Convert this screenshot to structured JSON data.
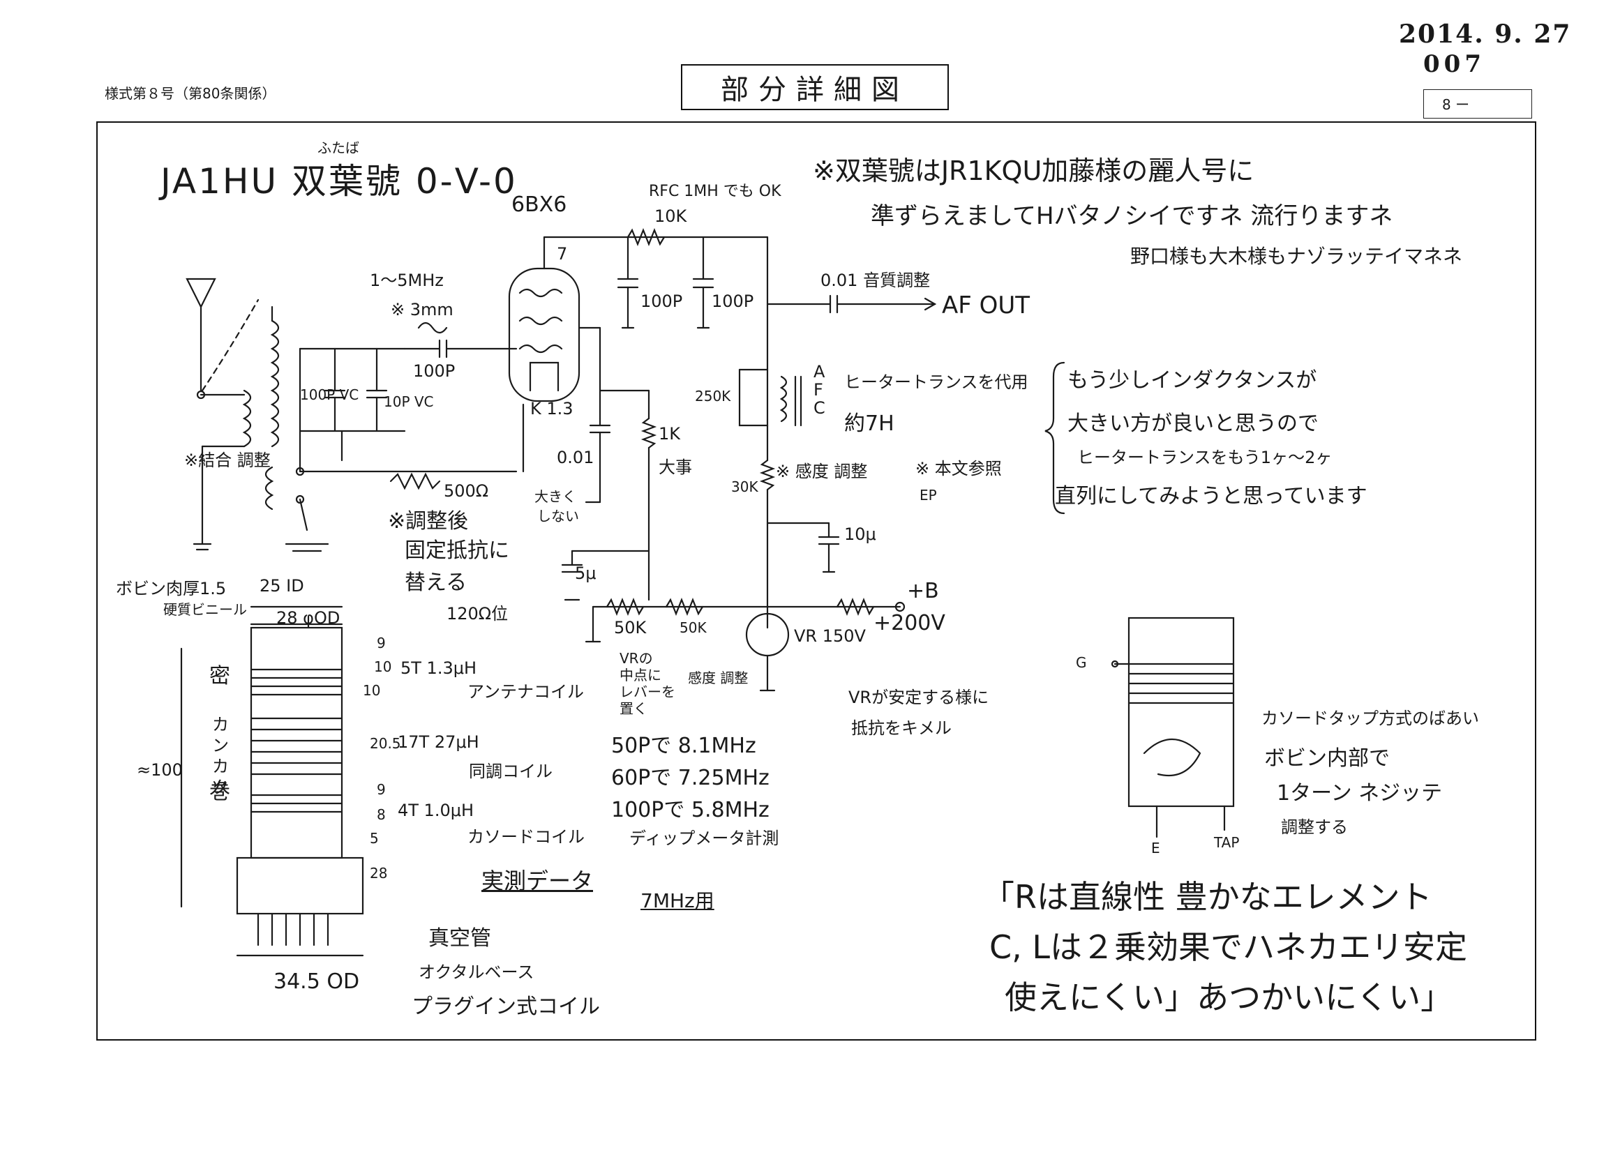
{
  "header": {
    "date": "2014. 9. 27",
    "doc_number": "007",
    "form_label": "様式第８号（第80条関係）",
    "title": "部分詳細図",
    "sheet": "8 ー"
  },
  "drawing": {
    "title": "JA1HU 双葉號 0-V-0",
    "title_ruby": "ふたば",
    "tube": "6BX6",
    "tube_pin": "7",
    "rfc": "RFC 1MH でも OK",
    "r_plate": "10K",
    "c_plate_1": "100P",
    "c_plate_2": "100P",
    "coupling_cap": "0.01 音質調整",
    "af_out": "AF OUT",
    "coil_freq": "1〜5MHz",
    "gimmick_cap": "※ 3mm",
    "grid_cap": "100P",
    "vc_main": "100P VC",
    "vc_bandspread": "10P VC",
    "cathode": "K 1.3",
    "coupling_adjust": "※結合 調整",
    "reg_500": "500Ω",
    "reg_note_1": "※調整後",
    "reg_note_2": "固定抵抗に",
    "reg_note_3": "替える",
    "reg_note_4": "120Ω位",
    "screen_cap": "0.01",
    "screen_cap_note_1": "大きく",
    "screen_cap_note_2": "しない",
    "screen_res": "1K",
    "screen_res_note": "大事",
    "afc": "A F C",
    "afc_res": "250K",
    "afc_note_1": "ヒータートランスを代用",
    "afc_note_2": "約7H",
    "brace_note_1": "もう少しインダクタンスが",
    "brace_note_2": "大きい方が良いと思うので",
    "brace_note_3": "ヒータートランスをもう1ヶ〜2ヶ",
    "brace_note_4": "直列にしてみようと思っています",
    "ref_note": "※ 本文参照",
    "ref_note_sub": "EP",
    "sens_res": "30K",
    "sens_adjust": "※ 感度 調整",
    "cap_10u": "10μ",
    "cap_5u": "5μ",
    "pot_50k_1": "50K",
    "pot_50k_2": "50K",
    "vr_note_1": "VRの",
    "vr_note_2": "中点に",
    "vr_note_3": "レバーを",
    "vr_note_4": "置く",
    "sens_adjust_2": "感度 調整",
    "vr_tube": "VR 150V",
    "b_plus": "+B",
    "b_volt": "+200V",
    "vr_stable_1": "VRが安定する様に",
    "vr_stable_2": "抵抗をキメル",
    "bobbin_note_1": "ボビン肉厚1.5",
    "bobbin_note_2": "硬質ビニール",
    "dim_25": "25 ID",
    "dim_28": "28 φOD",
    "dim_9a": "9",
    "dim_10a": "10",
    "dim_10b": "10",
    "dim_205": "20.5",
    "dim_9b": "9",
    "dim_8": "8",
    "dim_5": "5",
    "dim_28b": "28",
    "dim_100": "≈100",
    "dense": "密",
    "spaced_1": "カンカク",
    "spaced_2": "巻",
    "coil_ant_1": "5T 1.3μH",
    "coil_ant_2": "アンテナコイル",
    "coil_tune_1": "17T 27μH",
    "coil_tune_2": "同調コイル",
    "coil_kath_1": "4T 1.0μH",
    "coil_kath_2": "カソードコイル",
    "meas_1": "50Pで 8.1MHz",
    "meas_2": "60Pで 7.25MHz",
    "meas_3": "100Pで 5.8MHz",
    "dip_meter": "ディップメータ計測",
    "measured_data": "実測データ",
    "mhz7": "7MHz用",
    "vacuum_tube_1": "真空管",
    "vacuum_tube_2": "オクタルベース",
    "plugin": "プラグイン式コイル",
    "dim_345": "34.5 OD",
    "tap_g": "G",
    "tap_e": "E",
    "tap_t": "TAP",
    "tap_note_1": "カソードタップ方式のばあい",
    "tap_note_2": "ボビン内部で",
    "tap_note_3": "1ターン ネジッテ",
    "tap_note_4": "調整する",
    "quote_1": "「Rは直線性 豊かなエレメント",
    "quote_2": "C, Lは２乗効果でハネカエリ安定",
    "quote_3": "使えにくい」あつかいにくい」"
  }
}
